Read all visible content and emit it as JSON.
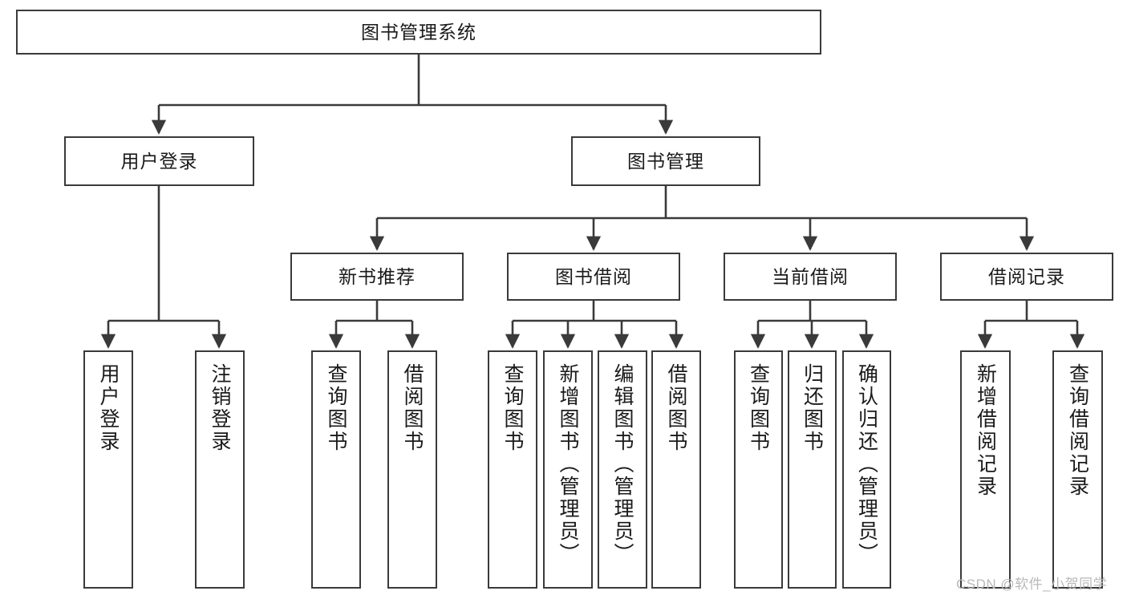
{
  "diagram": {
    "title": "图书管理系统",
    "type": "hierarchy-tree",
    "watermark": "CSDN @软件_小贺同学",
    "root": {
      "label": "图书管理系统"
    },
    "level2": [
      {
        "label": "用户登录"
      },
      {
        "label": "图书管理"
      }
    ],
    "level3": [
      {
        "label": "新书推荐"
      },
      {
        "label": "图书借阅"
      },
      {
        "label": "当前借阅"
      },
      {
        "label": "借阅记录"
      }
    ],
    "leaves": {
      "user_login": [
        {
          "label": "用户登录"
        },
        {
          "label": "注销登录"
        }
      ],
      "new_book_recommend": [
        {
          "label": "查询图书"
        },
        {
          "label": "借阅图书"
        }
      ],
      "book_borrow": [
        {
          "label": "查询图书"
        },
        {
          "label": "新增图书（管理员）"
        },
        {
          "label": "编辑图书（管理员）"
        },
        {
          "label": "借阅图书"
        }
      ],
      "current_borrow": [
        {
          "label": "查询图书"
        },
        {
          "label": "归还图书"
        },
        {
          "label": "确认归还（管理员）"
        }
      ],
      "borrow_record": [
        {
          "label": "新增借阅记录"
        },
        {
          "label": "查询借阅记录"
        }
      ]
    },
    "colors": {
      "stroke": "#3a3a3a",
      "text": "#1a1a1a",
      "background": "#ffffff",
      "watermark": "#b9b9b9"
    }
  }
}
